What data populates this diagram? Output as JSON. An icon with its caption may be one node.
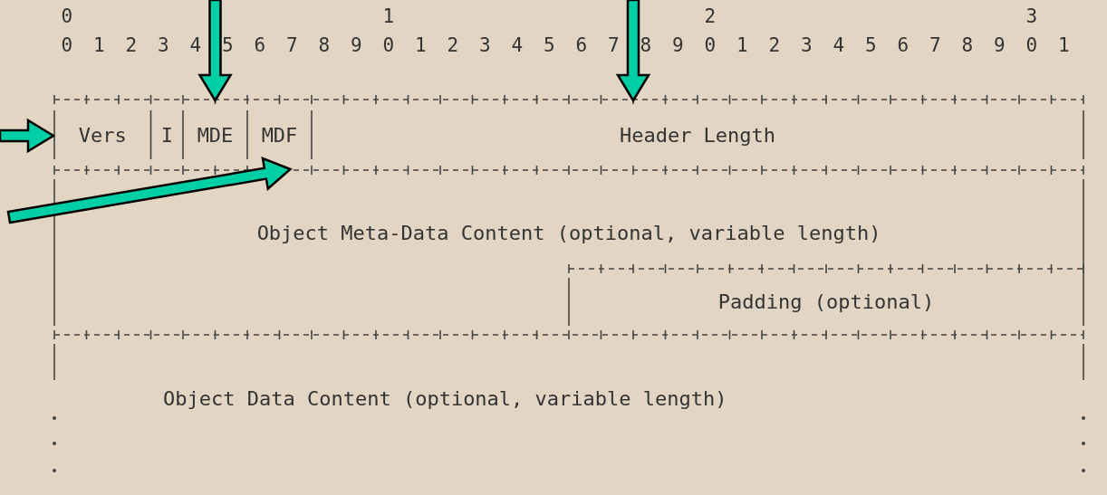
{
  "diagram": {
    "nodes": [
      {
        "text": [
          "Vers"
        ]
      },
      {
        "text": [
          "I"
        ]
      },
      {
        "text": [
          "MDE"
        ]
      },
      {
        "text": [
          "MDF"
        ]
      },
      {
        "text": [
          "Header Length"
        ]
      },
      {
        "text": [
          "Object Meta-Data Content (optional, variable length)"
        ]
      },
      {
        "text": [
          "Padding (optional)"
        ]
      },
      {
        "text": [
          "Object Data Content (optional, variable length)"
        ]
      }
    ],
    "edges": [
      {
        "from": null,
        "to": 2,
        "arrow": "to"
      },
      {
        "from": null,
        "to": 4,
        "arrow": "to"
      },
      {
        "from": null,
        "to": 0,
        "arrow": "to"
      },
      {
        "from": null,
        "to": 3,
        "arrow": "to"
      }
    ],
    "labels": [
      "0",
      "1",
      "2",
      "3",
      "0",
      "1",
      "2",
      "3",
      "4",
      "5",
      "6",
      "7",
      "8",
      "9",
      "0",
      "1",
      "2",
      "3",
      "4",
      "5",
      "6",
      "7",
      "8",
      "9",
      "0",
      "1",
      "2",
      "3",
      "4",
      "5",
      "6",
      "7",
      "8",
      "9",
      "0",
      "1"
    ]
  }
}
